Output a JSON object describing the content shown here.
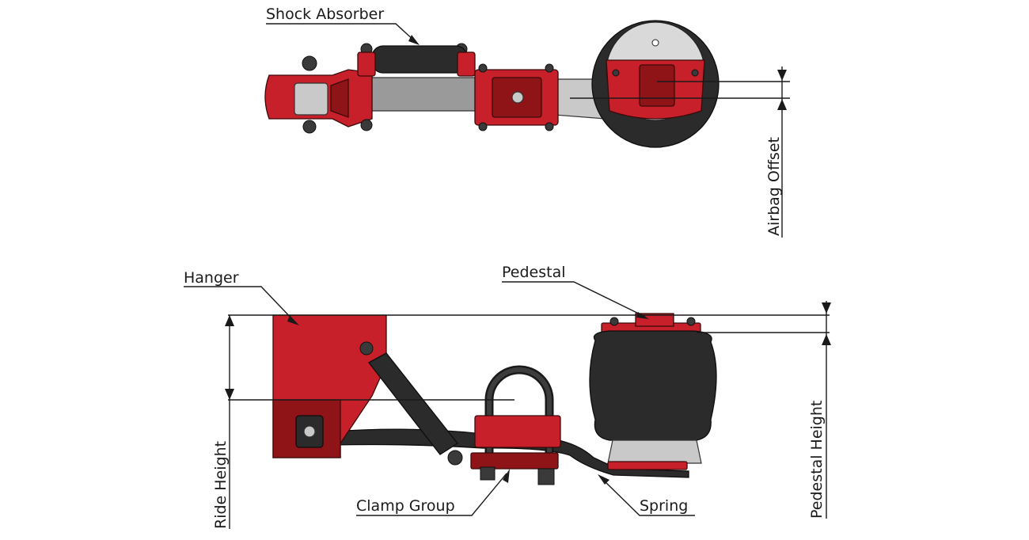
{
  "labels": {
    "shock_absorber": "Shock Absorber",
    "airbag_offset": "Airbag Offset",
    "hanger": "Hanger",
    "pedestal": "Pedestal",
    "ride_height": "Ride Height",
    "pedestal_height": "Pedestal Height",
    "clamp_group": "Clamp Group",
    "spring": "Spring"
  },
  "colors": {
    "component_red": "#c8202a",
    "component_dark_red": "#8e1418",
    "airbag_black": "#2b2b2b",
    "spring_gray": "#9a9a9a",
    "line": "#1a1a1a"
  }
}
